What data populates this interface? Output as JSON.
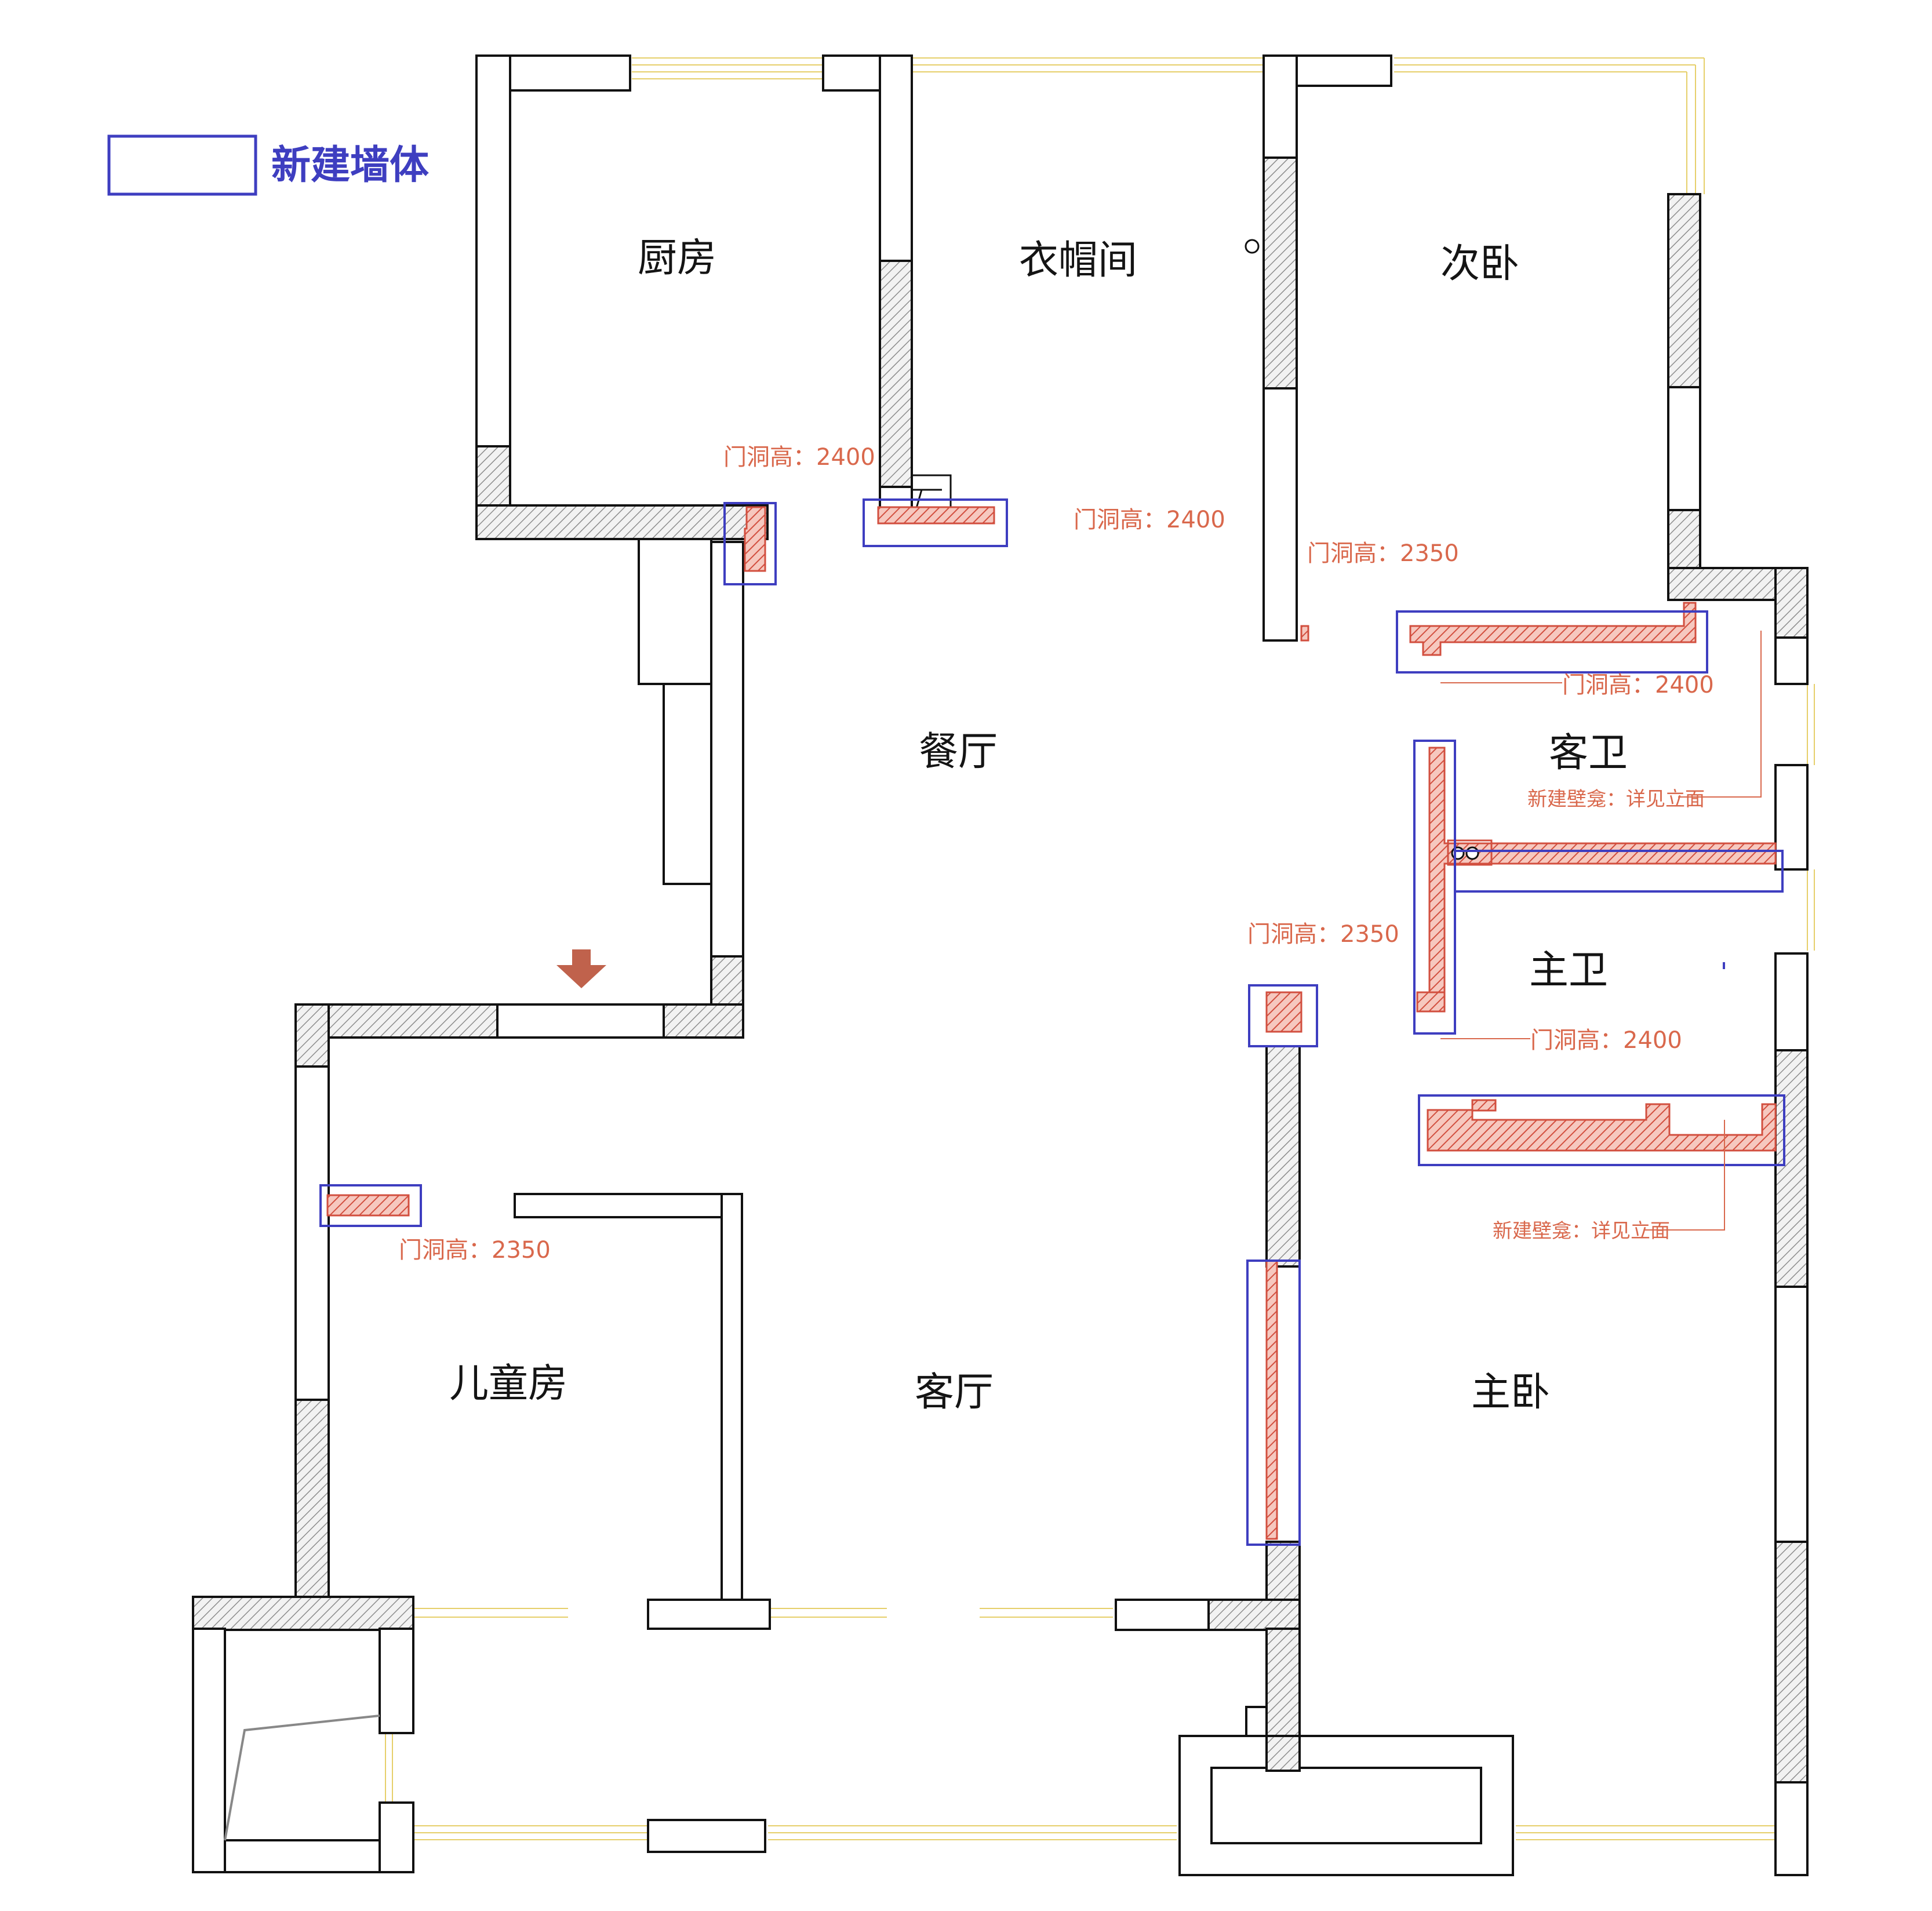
{
  "legend": {
    "label": "新建墙体",
    "box_color": "#3e3ec0"
  },
  "rooms": {
    "kitchen": "厨房",
    "cloakroom": "衣帽间",
    "second_bedroom": "次卧",
    "dining": "餐厅",
    "guest_bath": "客卫",
    "master_bath": "主卫",
    "kids_room": "儿童房",
    "living": "客厅",
    "master_bedroom": "主卧"
  },
  "annotations": {
    "door_kitchen": "门洞高：2400",
    "door_cloak": "门洞高：2400",
    "door_second_bed": "门洞高：2350",
    "door_guest_bath": "门洞高：2400",
    "door_master_bath_top": "门洞高：2350",
    "door_master_bath": "门洞高：2400",
    "door_kids": "门洞高：2350",
    "niche_guest": "新建壁龛：详见立面",
    "niche_master": "新建壁龛：详见立面"
  },
  "colors": {
    "new_wall_fill": "#d24f3f",
    "annotation": "#d9684c",
    "entry_arrow": "#c0624c",
    "window_line": "#e6cf6a"
  },
  "icons": {
    "entry": "entry-arrow-icon"
  }
}
